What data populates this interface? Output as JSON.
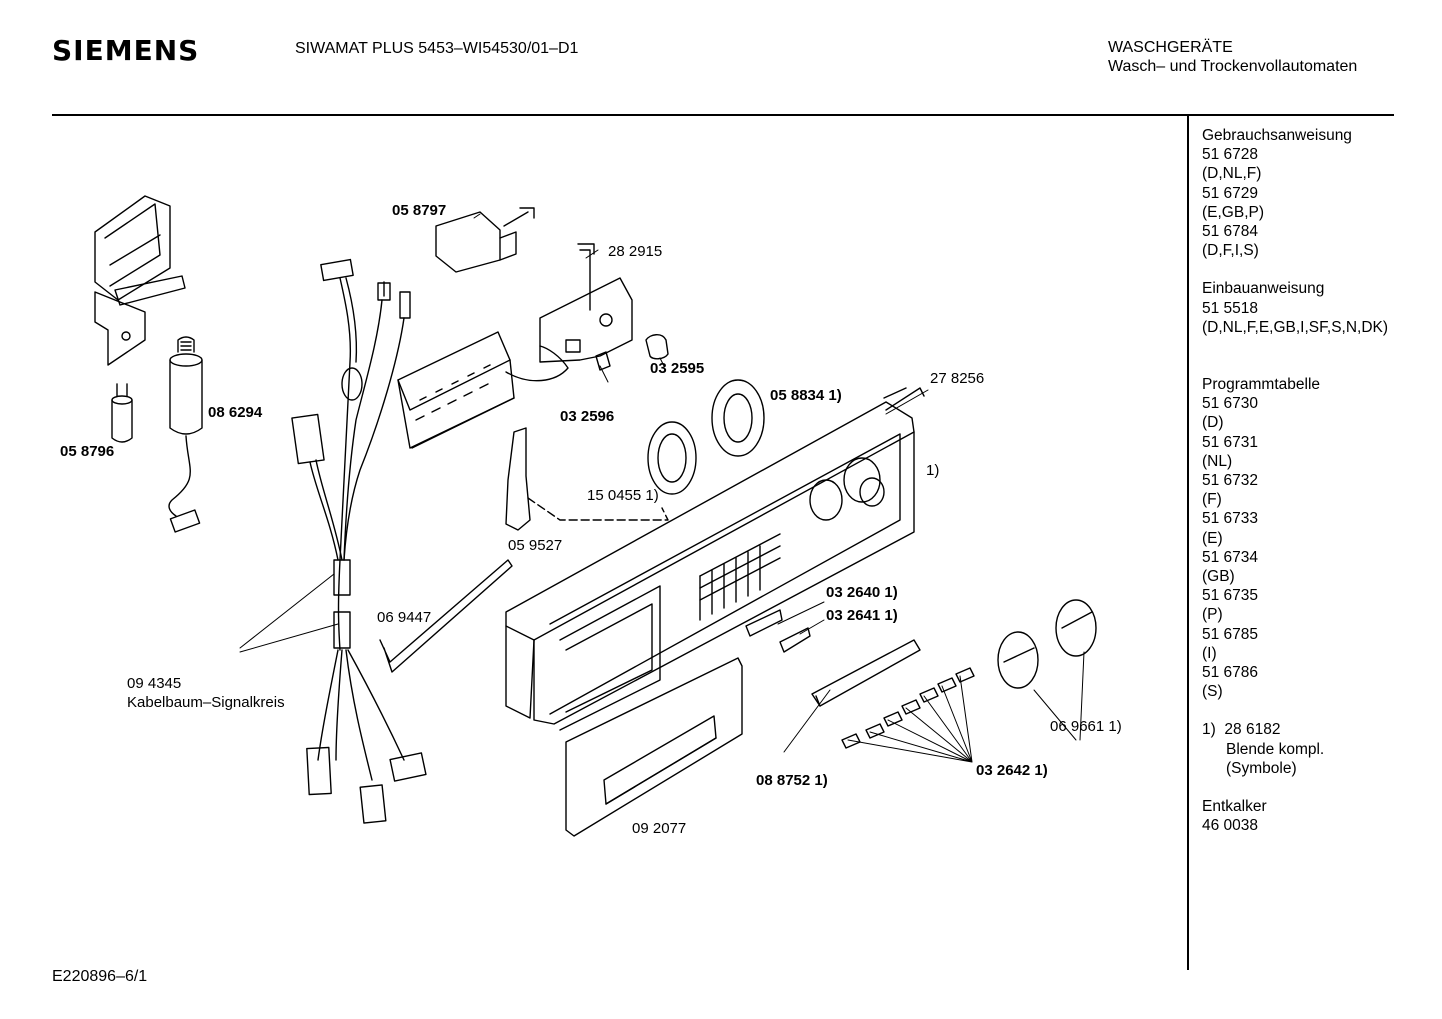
{
  "header": {
    "brand": "SIEMENS",
    "model": "SIWAMAT PLUS 5453–WI54530/01–D1",
    "category_line1": "WASCHGERÄTE",
    "category_line2": "Wasch– und Trockenvollautomaten"
  },
  "parts": {
    "p058797": "05 8797",
    "p282915": "28 2915",
    "p032595": "03 2595",
    "p032596": "03 2596",
    "p058834": "05 8834 1)",
    "p278256": "27 8256",
    "p086294": "08 6294",
    "p058796": "05 8796",
    "p150455": "15 0455 1)",
    "p059527": "05 9527",
    "p_note1": "1)",
    "p032640": "03 2640 1)",
    "p032641": "03 2641 1)",
    "p069447": "06 9447",
    "p094345": "09 4345",
    "p094345_desc": "Kabelbaum–Signalkreis",
    "p069661": "06 9661 1)",
    "p088752": "08 8752 1)",
    "p032642": "03 2642 1)",
    "p092077": "09 2077"
  },
  "sidebar": {
    "gebrauch_title": "Gebrauchsanweisung",
    "gebrauch": [
      "51 6728",
      "(D,NL,F)",
      "51 6729",
      "(E,GB,P)",
      "51 6784",
      "(D,F,I,S)"
    ],
    "einbau_title": "Einbauanweisung",
    "einbau": [
      "51 5518",
      "(D,NL,F,E,GB,I,SF,S,N,DK)"
    ],
    "programm_title": "Programmtabelle",
    "programm": [
      "51 6730",
      "(D)",
      "51 6731",
      "(NL)",
      "51 6732",
      "(F)",
      "51 6733",
      "(E)",
      "51 6734",
      "(GB)",
      "51 6735",
      "(P)",
      "51 6785",
      "(I)",
      "51 6786",
      "(S)"
    ],
    "note_marker": "1)",
    "note_number": "28 6182",
    "note_text1": "Blende kompl.",
    "note_text2": "(Symbole)",
    "entkalker_title": "Entkalker",
    "entkalker_number": "46 0038"
  },
  "footer": {
    "drawing_id": "E220896–6/1"
  }
}
